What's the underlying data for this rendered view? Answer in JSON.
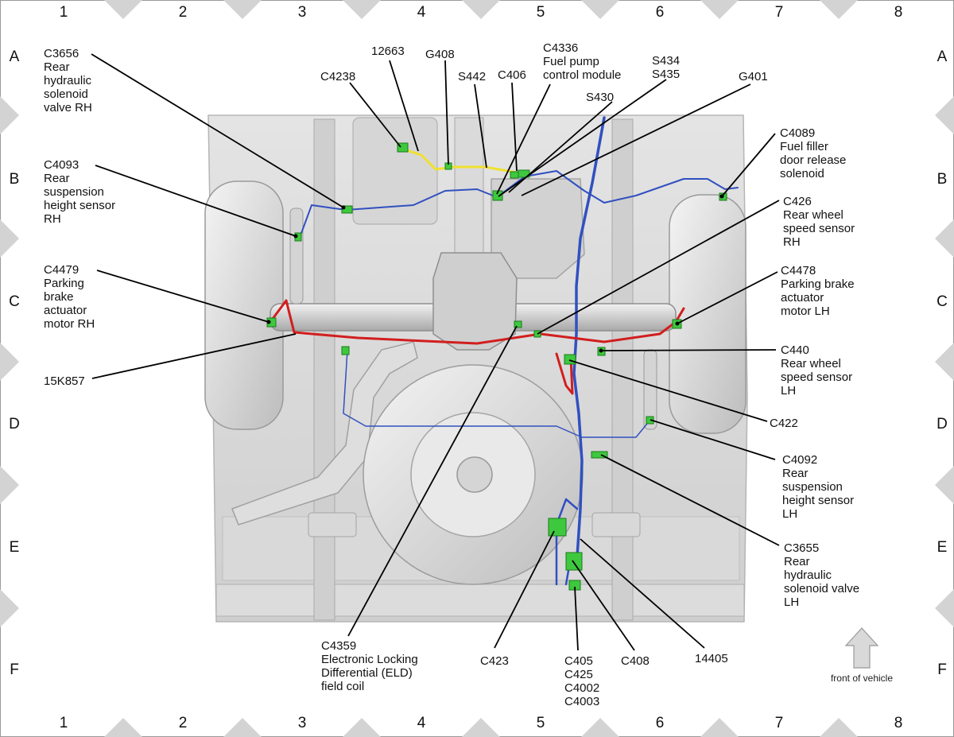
{
  "grid": {
    "columns": [
      "1",
      "2",
      "3",
      "4",
      "5",
      "6",
      "7",
      "8"
    ],
    "rows": [
      "A",
      "B",
      "C",
      "D",
      "E",
      "F"
    ]
  },
  "callouts": {
    "c3656": [
      "C3656",
      "Rear",
      "hydraulic",
      "solenoid",
      "valve RH"
    ],
    "c4093": [
      "C4093",
      "Rear",
      "suspension",
      "height sensor",
      "RH"
    ],
    "c4479": [
      "C4479",
      "Parking",
      "brake",
      "actuator",
      "motor RH"
    ],
    "k15857": [
      "15K857"
    ],
    "c4238": [
      "C4238"
    ],
    "n12663": [
      "12663"
    ],
    "g408": [
      "G408"
    ],
    "s442": [
      "S442"
    ],
    "c406": [
      "C406"
    ],
    "c4336": [
      "C4336",
      "Fuel pump",
      "control module"
    ],
    "s434": [
      "S434",
      "S435"
    ],
    "s430": [
      "S430"
    ],
    "g401": [
      "G401"
    ],
    "c4089": [
      "C4089",
      "Fuel filler",
      "door release",
      "solenoid"
    ],
    "c426": [
      "C426",
      "Rear wheel",
      "speed sensor",
      "RH"
    ],
    "c4478": [
      "C4478",
      "Parking brake",
      "actuator",
      "motor LH"
    ],
    "c440": [
      "C440",
      "Rear wheel",
      "speed sensor",
      "LH"
    ],
    "c422": [
      "C422"
    ],
    "c4092": [
      "C4092",
      "Rear",
      "suspension",
      "height sensor",
      "LH"
    ],
    "c3655": [
      "C3655",
      "Rear",
      "hydraulic",
      "solenoid valve",
      "LH"
    ],
    "c4359": [
      "C4359",
      "Electronic Locking",
      "Differential (ELD)",
      "field coil"
    ],
    "c423": [
      "C423"
    ],
    "c405": [
      "C405",
      "C425",
      "C4002",
      "C4003"
    ],
    "c408": [
      "C408"
    ],
    "n14405": [
      "14405"
    ]
  },
  "front_indicator": "front of vehicle",
  "colors": {
    "harness_main": "#3150c0",
    "harness_red": "#d21e1e",
    "harness_yellow": "#f0e030",
    "connector": "#3ec83e",
    "frame": "#c8c8c8",
    "border_marker": "#cfcfcf"
  }
}
